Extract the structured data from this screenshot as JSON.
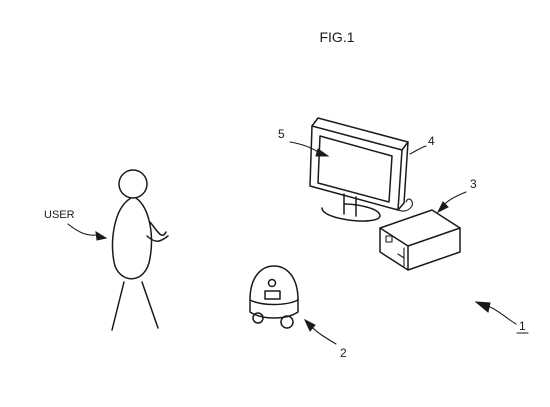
{
  "figure": {
    "title": "FIG.1",
    "labels": {
      "user": "USER",
      "system": "1",
      "robot": "2",
      "console": "3",
      "display": "4",
      "screen": "5"
    }
  }
}
